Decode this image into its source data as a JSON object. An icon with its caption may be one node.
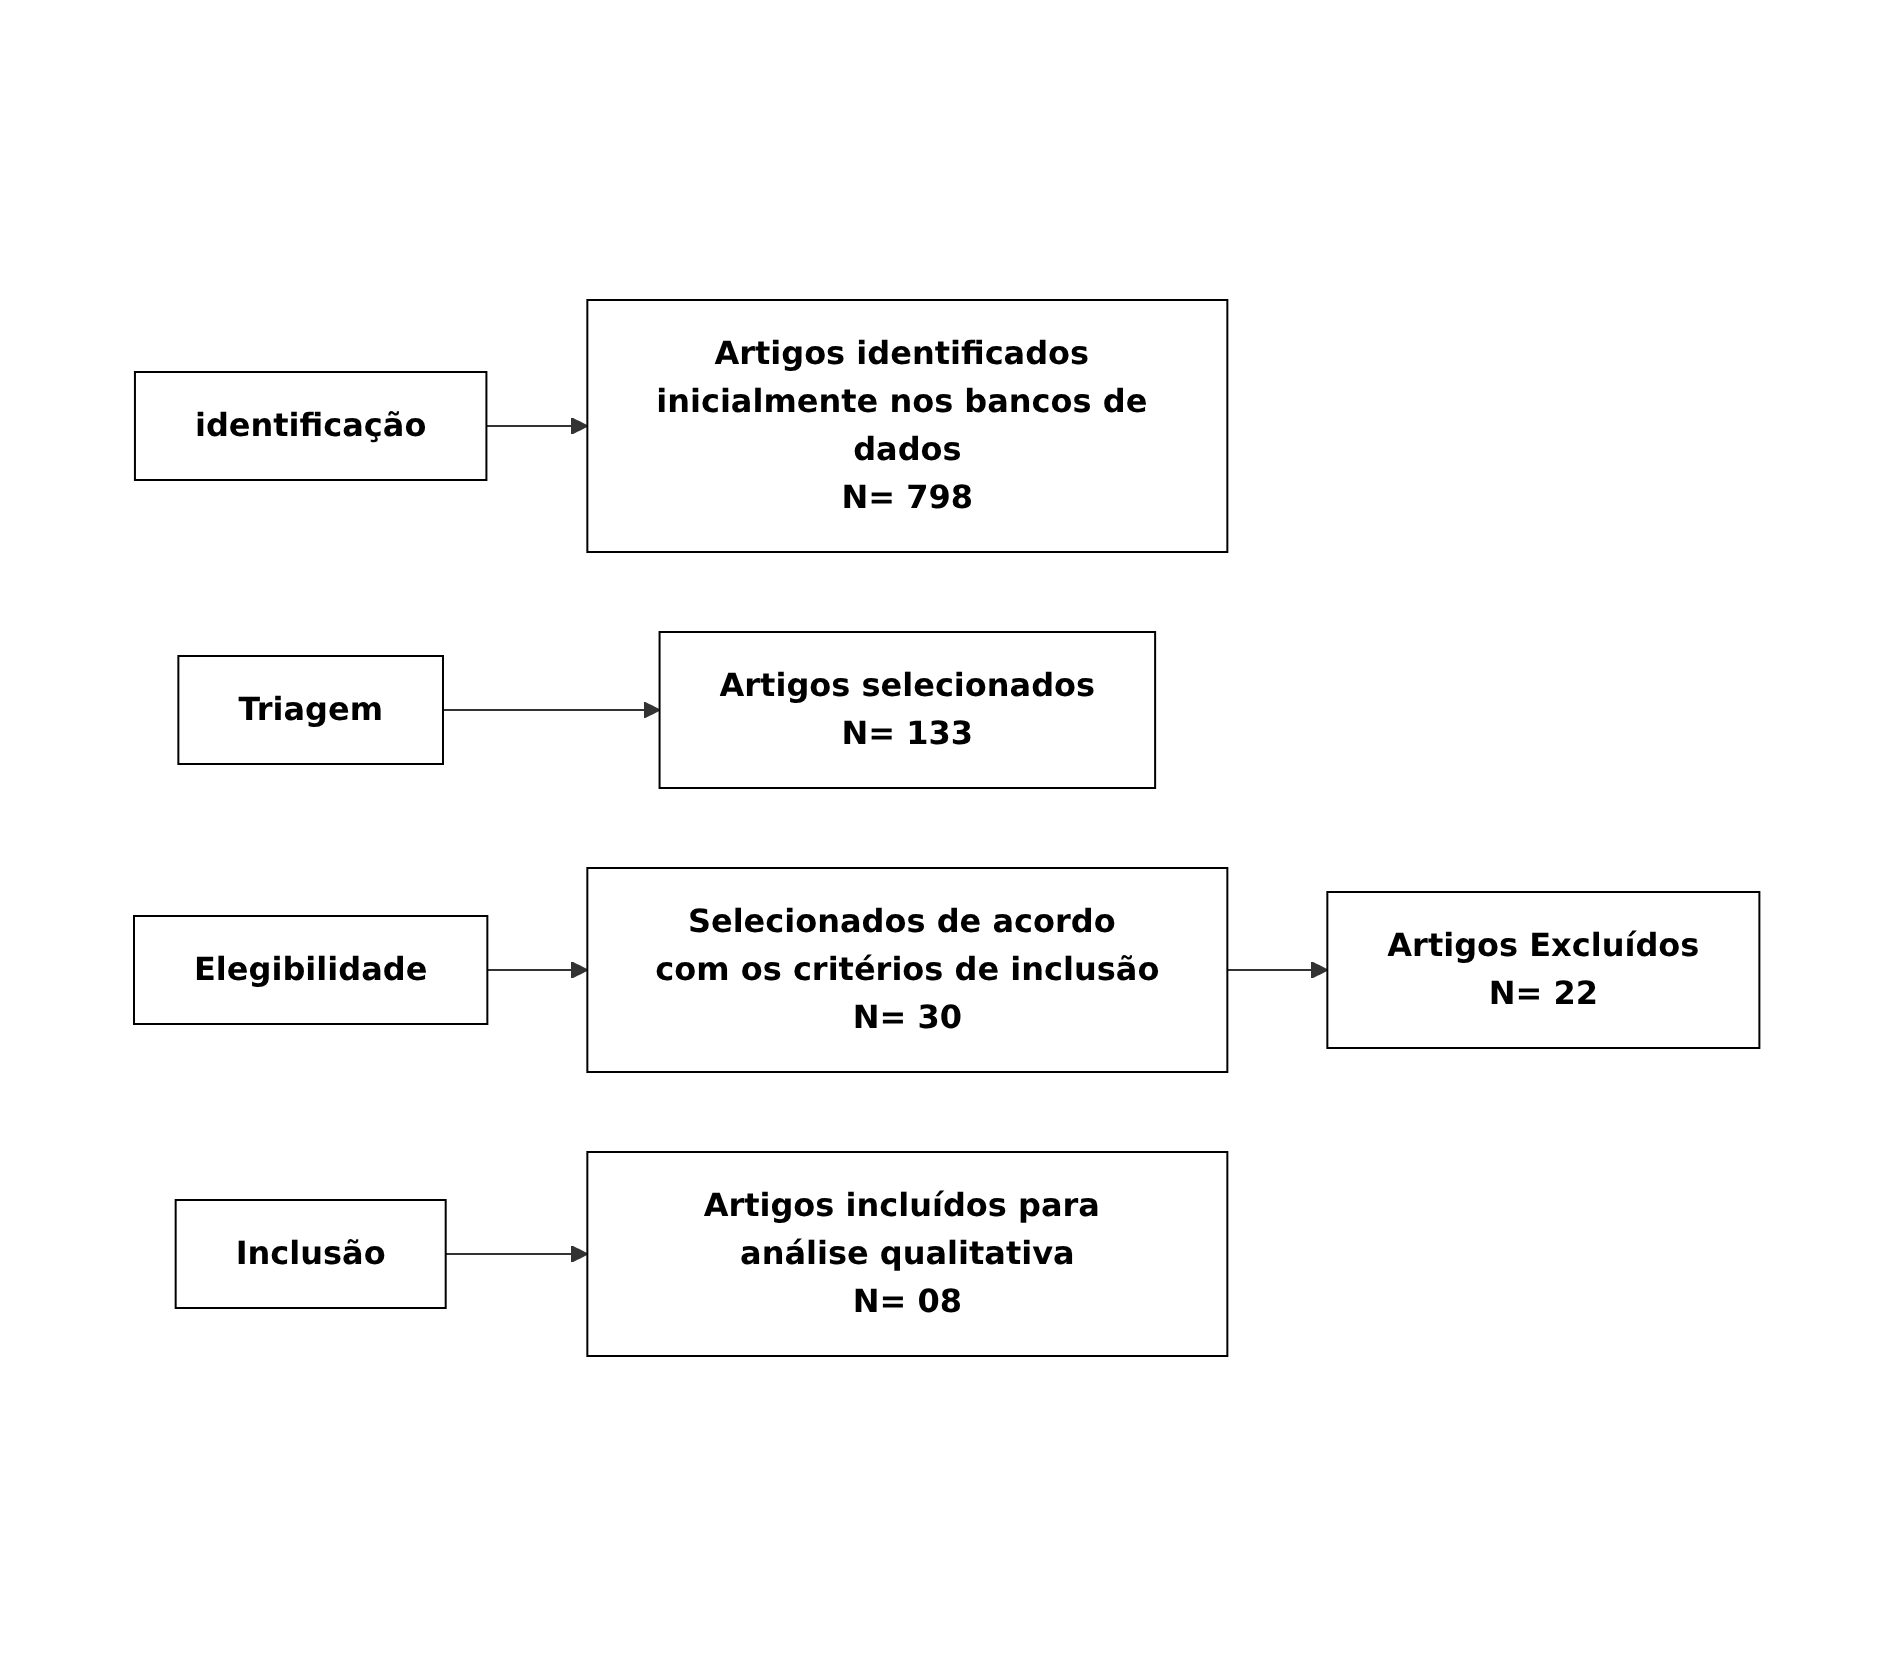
{
  "diagram": {
    "nodes": [
      {
        "text": [
          "identificação"
        ]
      },
      {
        "text": [
          "Artigos identificados inicialmente nos bancos de dados",
          "N= 798"
        ]
      },
      {
        "text": [
          "Triagem"
        ]
      },
      {
        "text": [
          "Artigos selecionados",
          "N= 133"
        ]
      },
      {
        "text": [
          "Elegibilidade"
        ]
      },
      {
        "text": [
          "Selecionados de acordo com os critérios de inclusão",
          "N= 30"
        ]
      },
      {
        "text": [
          "Artigos Excluídos",
          "N= 22"
        ]
      },
      {
        "text": [
          "Inclusão"
        ]
      },
      {
        "text": [
          "Artigos incluídos para análise qualitativa",
          "N= 08"
        ]
      }
    ],
    "edges": [
      {
        "from": 0,
        "to": 1,
        "arrow": "to"
      },
      {
        "from": 2,
        "to": 3,
        "arrow": "to"
      },
      {
        "from": 4,
        "to": 5,
        "arrow": "to"
      },
      {
        "from": 5,
        "to": 6,
        "arrow": "to"
      },
      {
        "from": 7,
        "to": 8,
        "arrow": "to"
      }
    ]
  }
}
